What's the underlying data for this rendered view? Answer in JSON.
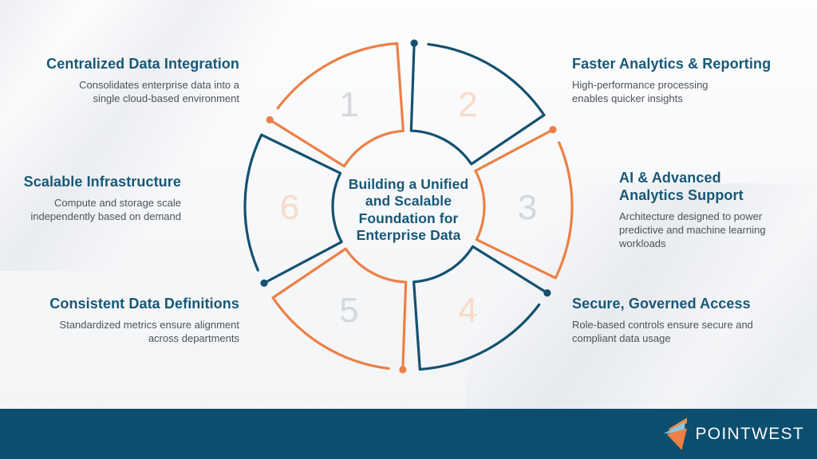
{
  "center": {
    "title": "Building a Unified and Scalable Foundation for Enterprise Data",
    "lines": [
      "Building a Unified",
      "and Scalable",
      "Foundation for",
      "Enterprise Data"
    ]
  },
  "items": [
    {
      "num": "1",
      "title": "Centralized Data Integration",
      "desc": "Consolidates enterprise data into a single cloud-based environment"
    },
    {
      "num": "2",
      "title": "Faster Analytics & Reporting",
      "desc": "High-performance processing enables quicker insights"
    },
    {
      "num": "3",
      "title": "AI & Advanced Analytics Support",
      "desc": "Architecture designed to power predictive and machine learning workloads"
    },
    {
      "num": "4",
      "title": "Secure, Governed Access",
      "desc": "Role-based controls ensure secure and compliant data usage"
    },
    {
      "num": "5",
      "title": "Consistent Data Definitions",
      "desc": "Standardized metrics ensure alignment across departments"
    },
    {
      "num": "6",
      "title": "Scalable Infrastructure",
      "desc": "Compute and storage scale independently based on demand"
    }
  ],
  "wheel": {
    "segments": [
      {
        "number": "1",
        "stroke": "#EC8046",
        "number_color": "#D4D8DB"
      },
      {
        "number": "2",
        "stroke": "#145170",
        "number_color": "#F8DBC7"
      },
      {
        "number": "3",
        "stroke": "#EC8046",
        "number_color": "#D4D8DB"
      },
      {
        "number": "4",
        "stroke": "#145170",
        "number_color": "#F8DBC7"
      },
      {
        "number": "5",
        "stroke": "#EC8046",
        "number_color": "#D4D8DB"
      },
      {
        "number": "6",
        "stroke": "#145170",
        "number_color": "#F8DBC7"
      }
    ]
  },
  "footer": {
    "brand": "POINTWEST"
  },
  "colors": {
    "accent_orange": "#EC8046",
    "accent_blue": "#145170",
    "heading_blue": "#175877",
    "body_text": "#4D5359",
    "footer_background": "#0B4E6D",
    "number_gray": "#D4D8DB",
    "number_peach": "#F8DBC7"
  }
}
